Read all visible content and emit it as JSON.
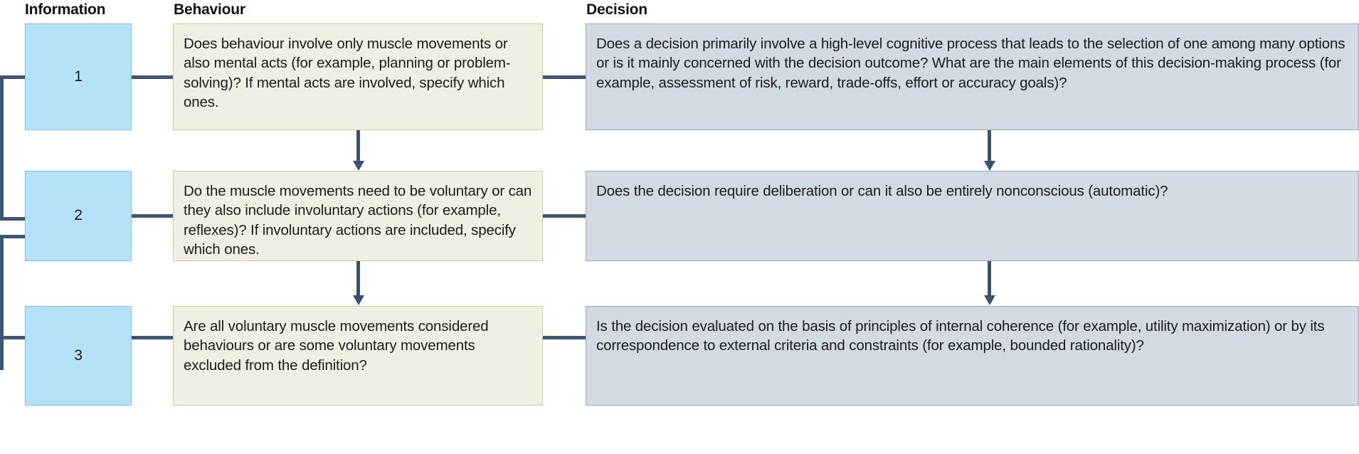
{
  "columns": {
    "information": "Information",
    "behaviour": "Behaviour",
    "decision": "Decision"
  },
  "colors": {
    "information_fill": "#b5e2f8",
    "information_border": "#7fc4e8",
    "behaviour_fill": "#f0efe4",
    "behaviour_border": "#cfc9a2",
    "decision_fill": "#d4dae4",
    "decision_border": "#9aa5b8",
    "connector": "#3e5573",
    "background": "#ffffff",
    "text": "#1a1a1a"
  },
  "rows": [
    {
      "level": "1",
      "behaviour": "Does behaviour involve only muscle movements or also mental acts (for example, planning or problem-solving)? If mental acts are involved, specify which ones.",
      "decision": "Does a decision primarily involve a high-level cognitive process that leads to the selection of one among many options or is it mainly concerned with the decision outcome? What are the main elements of this decision-making process (for example, assessment of risk, reward, trade-offs, effort or accuracy goals)?"
    },
    {
      "level": "2",
      "behaviour": "Do the muscle movements need to be voluntary or can they also include involuntary actions (for example, reflexes)? If involuntary actions are included, specify which ones.",
      "decision": "Does the decision require deliberation or can it also be entirely nonconscious (automatic)?"
    },
    {
      "level": "3",
      "behaviour": "Are all voluntary muscle movements considered behaviours or are some voluntary movements excluded from the definition?",
      "decision": "Is the decision evaluated on the basis of principles of internal coherence (for example, utility maximization) or by its correspondence to external criteria and constraints (for example, bounded rationality)?"
    }
  ]
}
